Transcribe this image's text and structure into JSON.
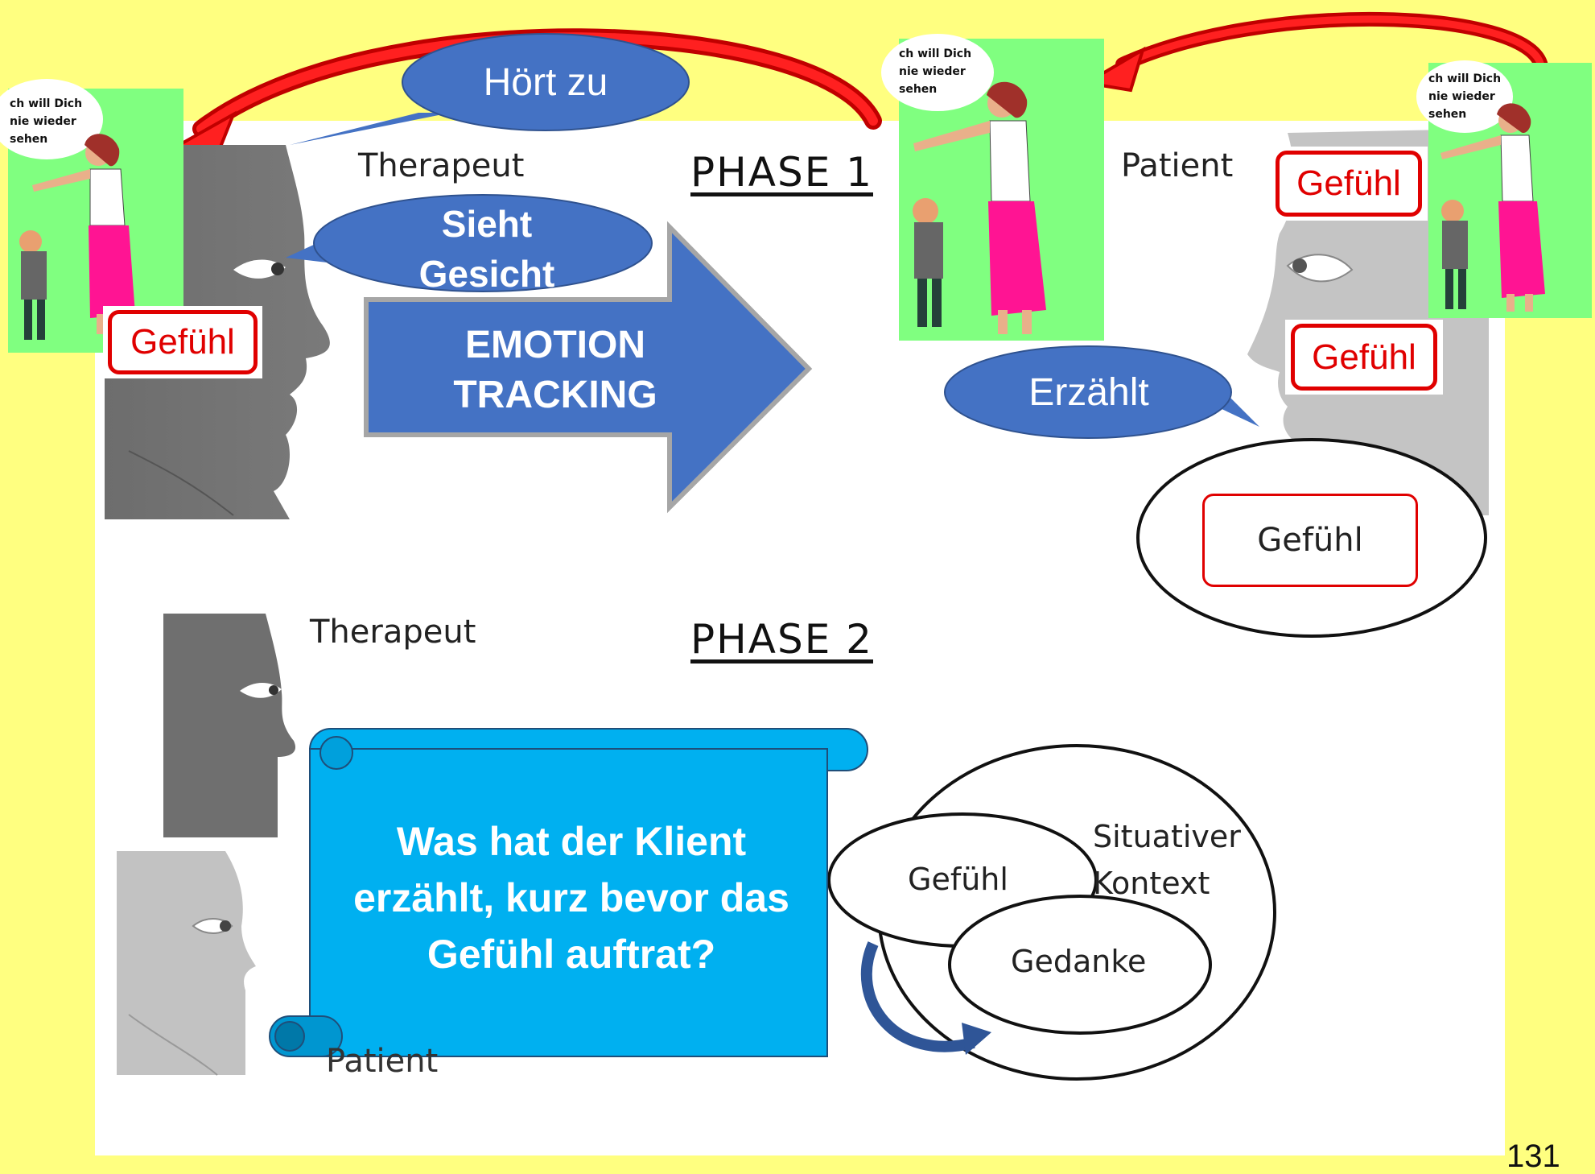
{
  "labels": {
    "therapeut_top": "Therapeut",
    "therapeut_bottom": "Therapeut",
    "patient_top": "Patient",
    "patient_bottom": "Patient",
    "phase1": "PHASE 1",
    "phase2": "PHASE 2"
  },
  "bubbles": {
    "hoert_zu": "Hört zu",
    "sieht_gesicht": "Sieht Gesicht",
    "erzaehlt": "Erzählt"
  },
  "arrow_label": "EMOTION TRACKING",
  "gefuehl_badges": [
    "Gefühl",
    "Gefühl",
    "Gefühl",
    "Gefühl"
  ],
  "cartoon_speech": "ch will Dich\nnie wieder\nsehen",
  "phase1_ellipse_label": "Gefühl",
  "phase2_diagram": {
    "gefuehl": "Gefühl",
    "situativer_kontext": "Situativer Kontext",
    "gedanke": "Gedanke"
  },
  "scroll_question": "Was hat der Klient erzählt, kurz bevor das Gefühl auftrat?",
  "page_number": "131",
  "colors": {
    "background": "#ffff80",
    "speech_bubble": "#4472c4",
    "scroll": "#00b0f0",
    "red_arrow": "#e00000",
    "gefuehl_red": "#e00000",
    "cartoon_green": "#80ff80"
  }
}
